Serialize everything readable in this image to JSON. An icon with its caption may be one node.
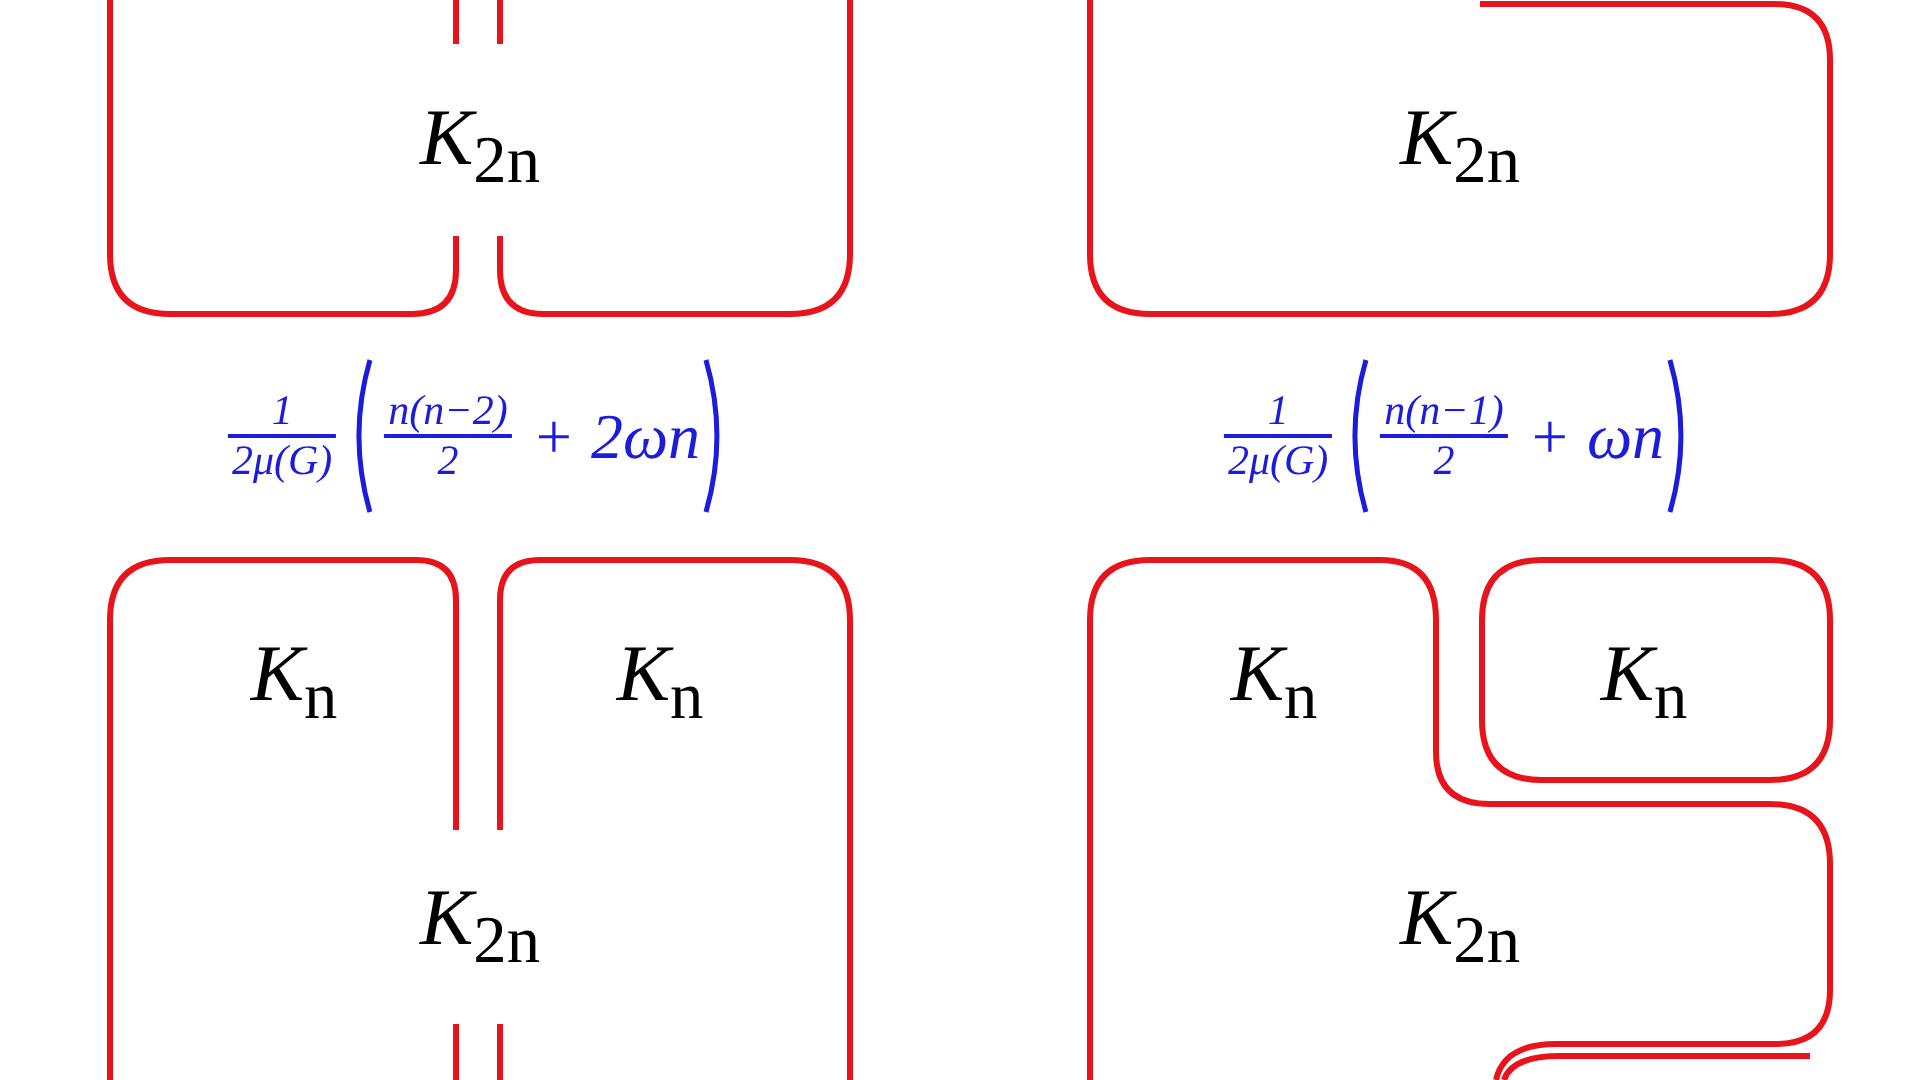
{
  "diagram": {
    "nodes": [
      {
        "text": [
          "*K*$_{2n}$"
        ]
      },
      {
        "text": [
          "*K*$_{2n}$"
        ]
      },
      {
        "text": [
          "*K*$_{n}$"
        ]
      },
      {
        "text": [
          "*K*$_{n}$"
        ]
      },
      {
        "text": [
          "*K*$_{n}$"
        ]
      },
      {
        "text": [
          "*K*$_{n}$"
        ]
      },
      {
        "text": [
          "*K*$_{2n}$"
        ]
      },
      {
        "text": [
          "*K*$_{2n}$"
        ]
      }
    ],
    "labels": [
      "1",
      "2μ(G)",
      "n(n−2)",
      "2",
      "+ 2ωn",
      "1",
      "2μ(G)",
      "n(n−1)",
      "2",
      "+ ωn"
    ]
  }
}
